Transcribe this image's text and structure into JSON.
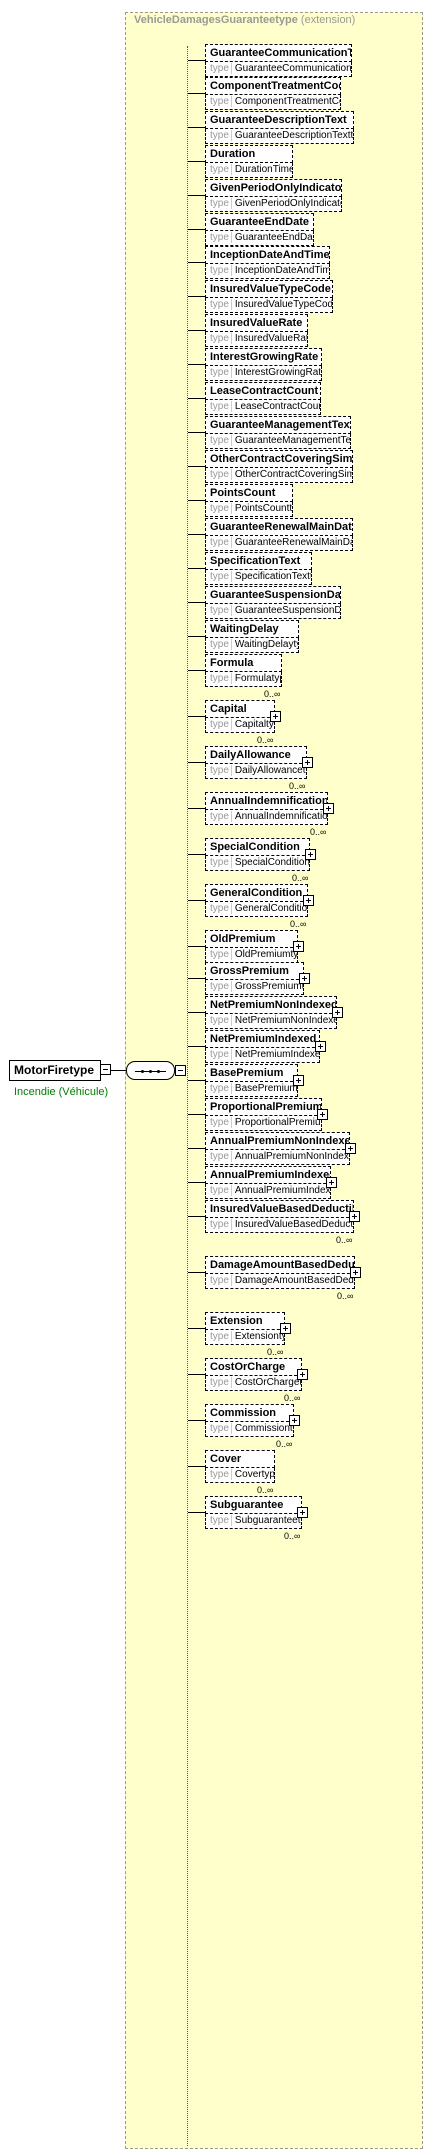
{
  "extension": {
    "name": "VehicleDamagesGuaranteetype",
    "kind": "(extension)"
  },
  "root": {
    "name": "MotorFiretype",
    "documentation": "Incendie (Véhicule)"
  },
  "type_keyword": "type",
  "elements": [
    {
      "name": "GuaranteeCommunicationText",
      "type": "GuaranteeCommunicationTexttype",
      "card": "",
      "expandable": false
    },
    {
      "name": "ComponentTreatmentCode",
      "type": "ComponentTreatmentCodetype",
      "card": "",
      "expandable": false
    },
    {
      "name": "GuaranteeDescriptionText",
      "type": "GuaranteeDescriptionTexttype",
      "card": "",
      "expandable": false
    },
    {
      "name": "Duration",
      "type": "DurationTimetype",
      "card": "",
      "expandable": false
    },
    {
      "name": "GivenPeriodOnlyIndicator",
      "type": "GivenPeriodOnlyIndicatortype",
      "card": "",
      "expandable": false
    },
    {
      "name": "GuaranteeEndDate",
      "type": "GuaranteeEndDatetype",
      "card": "",
      "expandable": false
    },
    {
      "name": "InceptionDateAndTime",
      "type": "InceptionDateAndTimetype",
      "card": "",
      "expandable": false
    },
    {
      "name": "InsuredValueTypeCode",
      "type": "InsuredValueTypeCodetype",
      "card": "",
      "expandable": false
    },
    {
      "name": "InsuredValueRate",
      "type": "InsuredValueRatetype",
      "card": "",
      "expandable": false
    },
    {
      "name": "InterestGrowingRate",
      "type": "InterestGrowingRatetype",
      "card": "",
      "expandable": false
    },
    {
      "name": "LeaseContractCount",
      "type": "LeaseContractCounttype",
      "card": "",
      "expandable": false
    },
    {
      "name": "GuaranteeManagementText",
      "type": "GuaranteeManagementTexttype",
      "card": "",
      "expandable": false
    },
    {
      "name": "OtherContractCoveringSimilarG...",
      "type": "OtherContractCoveringSimilarGu...",
      "card": "",
      "expandable": false
    },
    {
      "name": "PointsCount",
      "type": "PointsCounttype",
      "card": "",
      "expandable": false
    },
    {
      "name": "GuaranteeRenewalMainDate",
      "type": "GuaranteeRenewalMainDatetype",
      "card": "",
      "expandable": false
    },
    {
      "name": "SpecificationText",
      "type": "SpecificationTexttype",
      "card": "",
      "expandable": false
    },
    {
      "name": "GuaranteeSuspensionDate",
      "type": "GuaranteeSuspensionDatetype",
      "card": "",
      "expandable": false
    },
    {
      "name": "WaitingDelay",
      "type": "WaitingDelaytype",
      "card": "",
      "expandable": false
    },
    {
      "name": "Formula",
      "type": "Formulatype",
      "card": "0..∞",
      "expandable": false
    },
    {
      "name": "Capital",
      "type": "Capitaltype",
      "card": "0..∞",
      "expandable": true
    },
    {
      "name": "DailyAllowance",
      "type": "DailyAllowancetype",
      "card": "0..∞",
      "expandable": true
    },
    {
      "name": "AnnualIndemnification",
      "type": "AnnualIndemnificationtype",
      "card": "0..∞",
      "expandable": true
    },
    {
      "name": "SpecialCondition",
      "type": "SpecialConditiontype",
      "card": "0..∞",
      "expandable": true
    },
    {
      "name": "GeneralCondition",
      "type": "GeneralConditiontype",
      "card": "0..∞",
      "expandable": true
    },
    {
      "name": "OldPremium",
      "type": "OldPremiumtype",
      "card": "",
      "expandable": true
    },
    {
      "name": "GrossPremium",
      "type": "GrossPremiumtype",
      "card": "",
      "expandable": true
    },
    {
      "name": "NetPremiumNonIndexed",
      "type": "NetPremiumNonIndexedtype",
      "card": "",
      "expandable": true
    },
    {
      "name": "NetPremiumIndexed",
      "type": "NetPremiumIndexedtype",
      "card": "",
      "expandable": true
    },
    {
      "name": "BasePremium",
      "type": "BasePremiumtype",
      "card": "",
      "expandable": true
    },
    {
      "name": "ProportionalPremium",
      "type": "ProportionalPremiumtype",
      "card": "",
      "expandable": true
    },
    {
      "name": "AnnualPremiumNonIndexed",
      "type": "AnnualPremiumNonIndexedtype",
      "card": "",
      "expandable": true
    },
    {
      "name": "AnnualPremiumIndexed",
      "type": "AnnualPremiumIndexedtype",
      "card": "",
      "expandable": true
    },
    {
      "name": "InsuredValueBasedDeductible",
      "type": "InsuredValueBasedDeductiblet...",
      "card": "0..∞",
      "expandable": true
    },
    {
      "name": "DamageAmountBasedDeductible",
      "type": "DamageAmountBasedDeductibl...",
      "card": "0..∞",
      "expandable": true
    },
    {
      "name": "Extension",
      "type": "Extensiontype",
      "card": "0..∞",
      "expandable": true
    },
    {
      "name": "CostOrCharge",
      "type": "CostOrChargetype",
      "card": "0..∞",
      "expandable": true
    },
    {
      "name": "Commission",
      "type": "Commissiontype",
      "card": "0..∞",
      "expandable": true
    },
    {
      "name": "Cover",
      "type": "Covertype",
      "card": "0..∞",
      "expandable": false
    },
    {
      "name": "Subguarantee",
      "type": "Subguaranteetype",
      "card": "0..∞",
      "expandable": true
    }
  ]
}
